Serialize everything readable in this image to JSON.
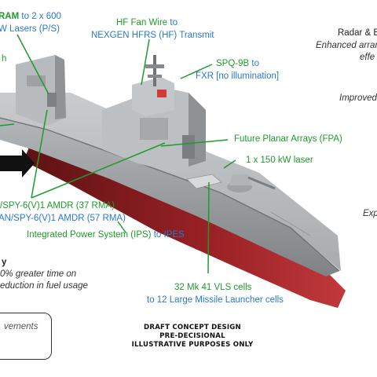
{
  "labels": {
    "tl1a": "RAM",
    "tl1b": "to 2 x 600",
    "tl2": "W Lasers (P/S)",
    "tl3": "h",
    "hf_a": "HF Fan Wire",
    "hf_b": "to",
    "hf_c": "NEXGEN HFRS (HF) Transmit",
    "spq_a": "SPQ-9B",
    "spq_b": "to",
    "spq_c": "FXR [no illumination]",
    "radar_a": "Radar & E",
    "radar_b": "Enhanced arrang",
    "radar_c": "effe",
    "improved": "Improved",
    "fpa": "Future Planar Arrays (FPA)",
    "laser": "1 x 150 kW laser",
    "exp": "Exp",
    "amdr1": "/SPY-6(V)1 AMDR (37 RMA)",
    "amdr2": "AN/SPY-6(V)1 AMDR (57 RMA)",
    "ips_a": "Integrated Power System (IPS)",
    "ips_b": "to",
    "ips_c": "IPES",
    "y": "y",
    "eff1": "0% greater time on",
    "eff2": "eduction in fuel usage",
    "vls1": "32 Mk 41 VLS cells",
    "vls2": "to 12 Large Missile Launcher cells",
    "box": "vements"
  },
  "draft": {
    "line1": "DRAFT CONCEPT DESIGN",
    "line2": "PRE-DECISIONAL",
    "line3": "ILLUSTRATIVE PURPOSES ONLY"
  },
  "colors": {
    "green": "#1f9a2b",
    "blue": "#2a78c8",
    "hull_gray": "#9a9d9f",
    "hull_red": "#8e1e22"
  }
}
